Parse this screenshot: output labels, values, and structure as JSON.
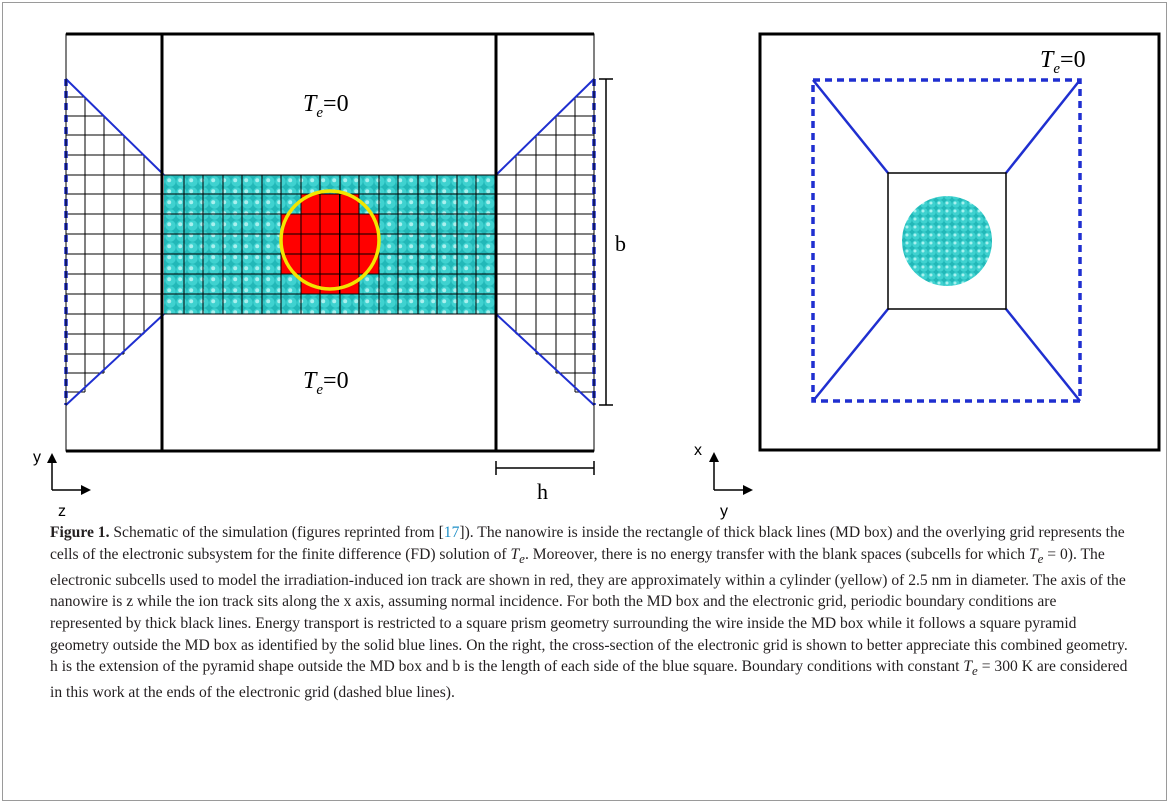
{
  "figure": {
    "left_panel": {
      "te_top": {
        "symbol": "T",
        "sub": "e",
        "rest": "=0"
      },
      "te_bottom": {
        "symbol": "T",
        "sub": "e",
        "rest": "=0"
      },
      "dim_b": "b",
      "dim_h": "h",
      "axis_vertical": "y",
      "axis_horizontal": "z"
    },
    "right_panel": {
      "te_corner": {
        "symbol": "T",
        "sub": "e",
        "rest": "=0"
      },
      "axis_vertical": "x",
      "axis_horizontal": "y"
    },
    "colors": {
      "atoms": "#2ec4c4",
      "atom_highlight": "#a9f0ee",
      "ion_track": "#ff0000",
      "cylinder": "#f2e600",
      "boundary": "#1f2fd0",
      "frame": "#000000"
    }
  },
  "caption": {
    "label": "Figure 1.",
    "p1": " Schematic of the simulation (figures reprinted from [",
    "ref": "17",
    "p2": "]). The nanowire is inside the rectangle of thick black lines (MD box) and the overlying grid represents the cells of the electronic subsystem for the finite difference (FD) solution of ",
    "te1_sym": "T",
    "te1_sub": "e",
    "p3": ". Moreover, there is no energy transfer with the blank spaces (subcells for which ",
    "te2_sym": "T",
    "te2_sub": "e",
    "te2_eq": " = 0",
    "p4": "). The electronic subcells used to model the irradiation-induced ion track are shown in red, they are approximately within a cylinder (yellow) of 2.5 nm in diameter. The axis of the nanowire is z while the ion track sits along the x axis, assuming normal incidence. For both the MD box and the electronic grid, periodic boundary conditions are represented by thick black lines. Energy transport is restricted to a square prism geometry surrounding the wire inside the MD box while it follows a square pyramid geometry outside the MD box as identified by the solid blue lines. On the right, the cross-section of the electronic grid is shown to better appreciate this combined geometry. h is the extension of the pyramid shape outside the MD box and b is the length of each side of the blue square. Boundary conditions with constant ",
    "te3_sym": "T",
    "te3_sub": "e",
    "te3_eq": " = 300 K",
    "p5": " are considered in this work at the ends of the electronic grid (dashed blue lines)."
  }
}
